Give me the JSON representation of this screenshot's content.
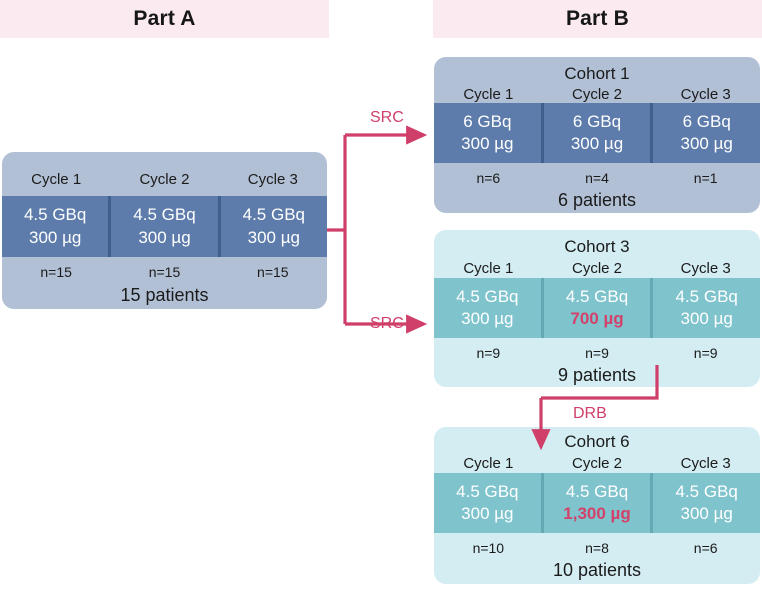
{
  "parts": {
    "a_label": "Part A",
    "b_label": "Part B"
  },
  "part_a": {
    "title": "",
    "cycles": [
      "Cycle 1",
      "Cycle 2",
      "Cycle 3"
    ],
    "doses": [
      {
        "activity": "4.5 GBq",
        "mass": "300 µg",
        "highlight": false
      },
      {
        "activity": "4.5 GBq",
        "mass": "300 µg",
        "highlight": false
      },
      {
        "activity": "4.5 GBq",
        "mass": "300 µg",
        "highlight": false
      }
    ],
    "counts": [
      "n=15",
      "n=15",
      "n=15"
    ],
    "total": "15 patients"
  },
  "cohort_1": {
    "title": "Cohort 1",
    "cycles": [
      "Cycle 1",
      "Cycle 2",
      "Cycle 3"
    ],
    "doses": [
      {
        "activity": "6 GBq",
        "mass": "300 µg",
        "highlight": false
      },
      {
        "activity": "6 GBq",
        "mass": "300 µg",
        "highlight": false
      },
      {
        "activity": "6 GBq",
        "mass": "300 µg",
        "highlight": false
      }
    ],
    "counts": [
      "n=6",
      "n=4",
      "n=1"
    ],
    "total": "6 patients"
  },
  "cohort_3": {
    "title": "Cohort 3",
    "cycles": [
      "Cycle 1",
      "Cycle 2",
      "Cycle 3"
    ],
    "doses": [
      {
        "activity": "4.5 GBq",
        "mass": "300 µg",
        "highlight": false
      },
      {
        "activity": "4.5 GBq",
        "mass": "700 µg",
        "highlight": true
      },
      {
        "activity": "4.5 GBq",
        "mass": "300 µg",
        "highlight": false
      }
    ],
    "counts": [
      "n=9",
      "n=9",
      "n=9"
    ],
    "total": "9 patients"
  },
  "cohort_6": {
    "title": "Cohort 6",
    "cycles": [
      "Cycle 1",
      "Cycle 2",
      "Cycle 3"
    ],
    "doses": [
      {
        "activity": "4.5 GBq",
        "mass": "300 µg",
        "highlight": false
      },
      {
        "activity": "4.5 GBq",
        "mass": "1,300 µg",
        "highlight": true
      },
      {
        "activity": "4.5 GBq",
        "mass": "300 µg",
        "highlight": false
      }
    ],
    "counts": [
      "n=10",
      "n=8",
      "n=6"
    ],
    "total": "10 patients"
  },
  "connectors": {
    "src_top_label": "SRC",
    "src_bottom_label": "SRC",
    "drb_label": "DRB"
  },
  "colors": {
    "header_band": "#fbeaf0",
    "blue_outer": "#b2c0d6",
    "blue_inner": "#5d7cab",
    "teal_outer": "#d3edf2",
    "teal_inner": "#7fc3cd",
    "accent": "#cf3f69",
    "highlight_text": "#d2426a"
  }
}
